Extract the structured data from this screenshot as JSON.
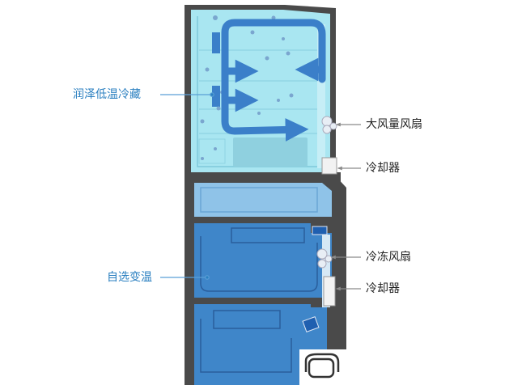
{
  "labels": {
    "fridge_zone": "润泽低温冷藏",
    "variable_zone": "自选变温",
    "fan_large": "大风量风扇",
    "cooler_upper": "冷却器",
    "freezer_fan": "冷冻风扇",
    "cooler_lower": "冷却器"
  },
  "colors": {
    "fridge_fill": "#a9e6f1",
    "fridge_shelf_line": "#8fd4e3",
    "crisper_fill": "#90d2e2",
    "airflow_arrow": "#3b7fc9",
    "mid_drawer_fill": "#8fc3e8",
    "variable_fill": "#3f86c9",
    "variable_dark": "#2f70b3",
    "cabinet_frame": "#3b3b3b",
    "callout_left": "#2a7fc0",
    "callout_right": "#222222",
    "bubble": "#7aa6cf"
  },
  "icons": {
    "fan_upper": "fan-icon",
    "cooler_upper": "cooler-icon",
    "fan_lower": "fan-icon",
    "cooler_lower": "cooler-icon",
    "compressor": "compressor-icon"
  }
}
